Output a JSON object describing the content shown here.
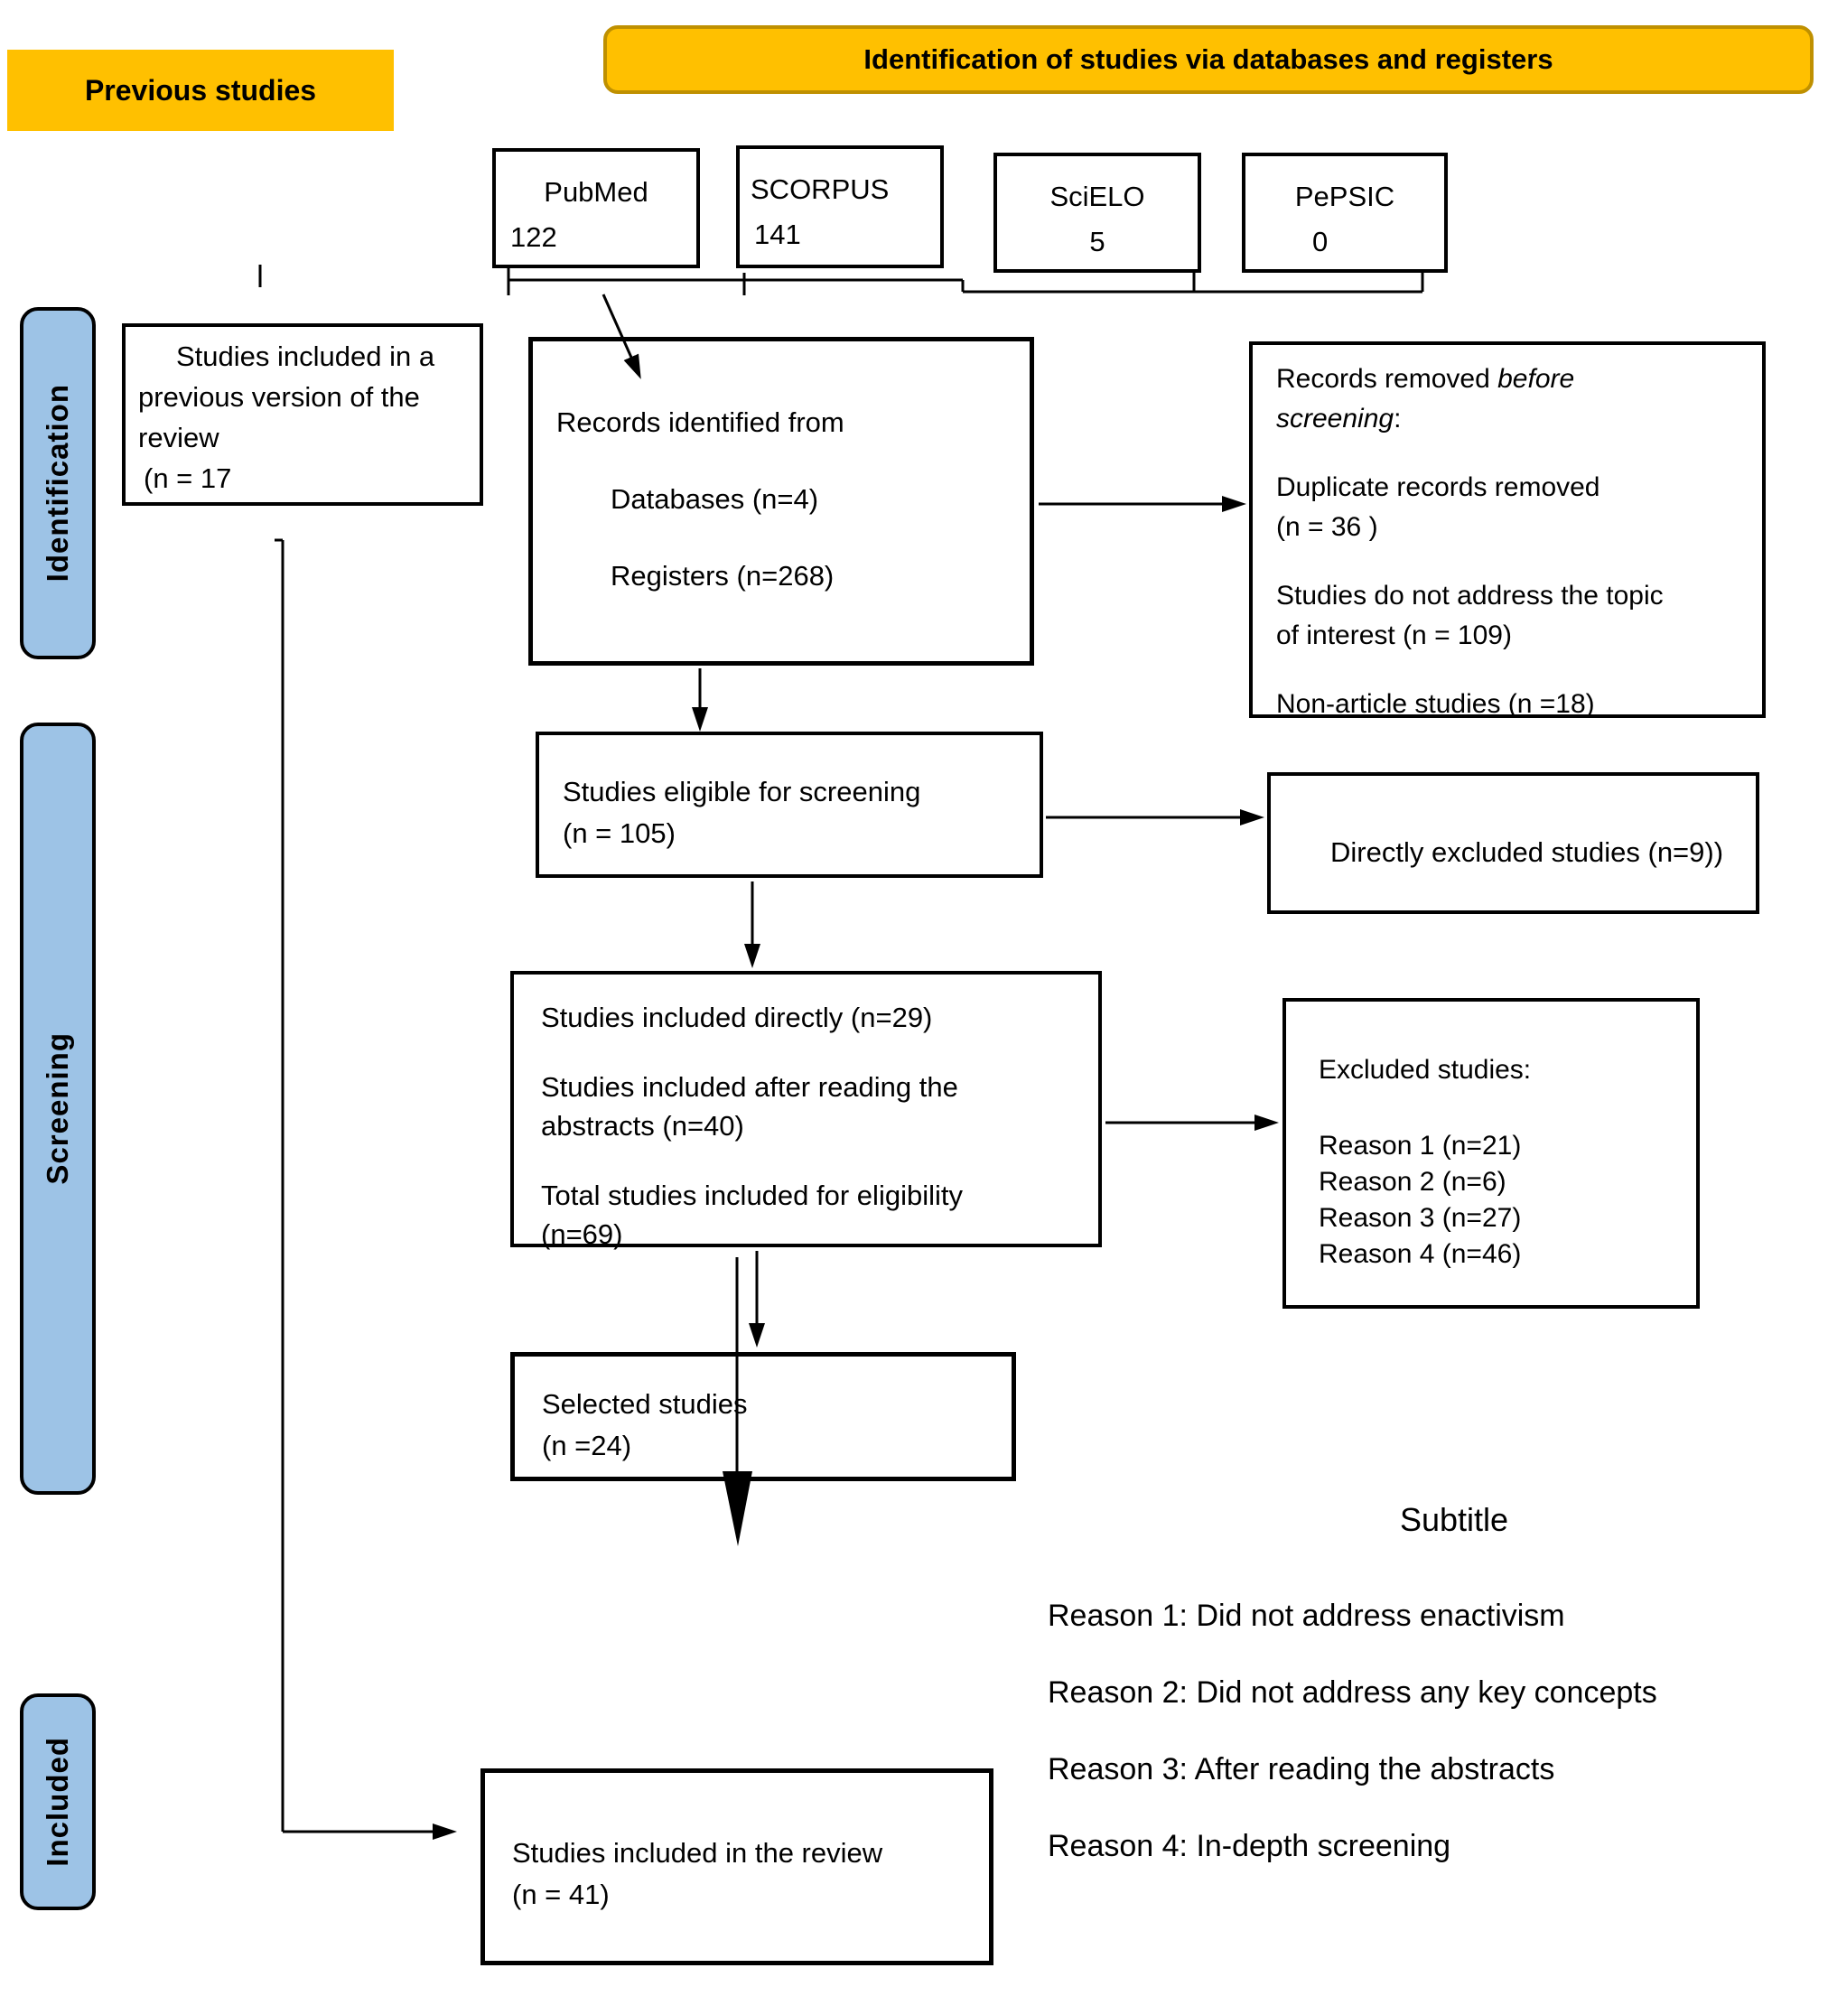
{
  "colors": {
    "banner_yellow": "#FFC000",
    "banner_border": "#BF9000",
    "sidebar_blue": "#9DC3E6",
    "line_black": "#000000"
  },
  "banners": {
    "previous_studies": "Previous studies",
    "identification": "Identification of studies via databases and registers"
  },
  "sources": [
    {
      "name": "PubMed",
      "count": "122"
    },
    {
      "name": "SCORPUS",
      "count": "141"
    },
    {
      "name": "SciELO",
      "count": "5"
    },
    {
      "name": "PePSIC",
      "count": "0"
    }
  ],
  "stages": {
    "identification": "Identification",
    "screening": "Screening",
    "included": "Included"
  },
  "boxes": {
    "previous_version": {
      "line1": "Studies included in a",
      "line2": "previous version of the",
      "line3": "review",
      "line4": "(n = 17"
    },
    "records_identified": {
      "line1": "Records identified from",
      "line2": "Databases (n=4)",
      "line3": "Registers (n=268)"
    },
    "records_removed": {
      "l1a": "Records removed ",
      "l1b": "before",
      "l2a": "screening",
      "l2b": ":",
      "item1_line1": "Duplicate records removed",
      "item1_line2": "(n = 36 )",
      "item2_line1": "Studies do not address the topic",
      "item2_line2": "of interest (n = 109)",
      "item3": "Non-article studies (n =18)"
    },
    "eligible": {
      "line1": "Studies eligible for screening",
      "line2": "(n = 105)"
    },
    "directly_excluded": {
      "line1": "Directly excluded studies (n=9))"
    },
    "screened": {
      "p1": "Studies included directly (n=29)",
      "p2a": "Studies included after reading the",
      "p2b": "abstracts (n=40)",
      "p3a": "Total studies included for eligibility",
      "p3b": "(n=69)"
    },
    "excluded": {
      "title": "Excluded studies:",
      "reason1": "Reason 1 (n=21)",
      "reason2": "Reason 2 (n=6)",
      "reason3": "Reason 3 (n=27)",
      "reason4": "Reason 4 (n=46)"
    },
    "selected": {
      "line1": "Selected studies",
      "line2": "(n =24)"
    },
    "review": {
      "line1": "Studies included in the review",
      "line2": "(n = 41)"
    }
  },
  "legend": {
    "title": "Subtitle",
    "reason1": "Reason 1: Did not address enactivism",
    "reason2": "Reason 2: Did not address any key concepts",
    "reason3": "Reason 3: After reading the abstracts",
    "reason4": "Reason 4: In-depth screening"
  }
}
